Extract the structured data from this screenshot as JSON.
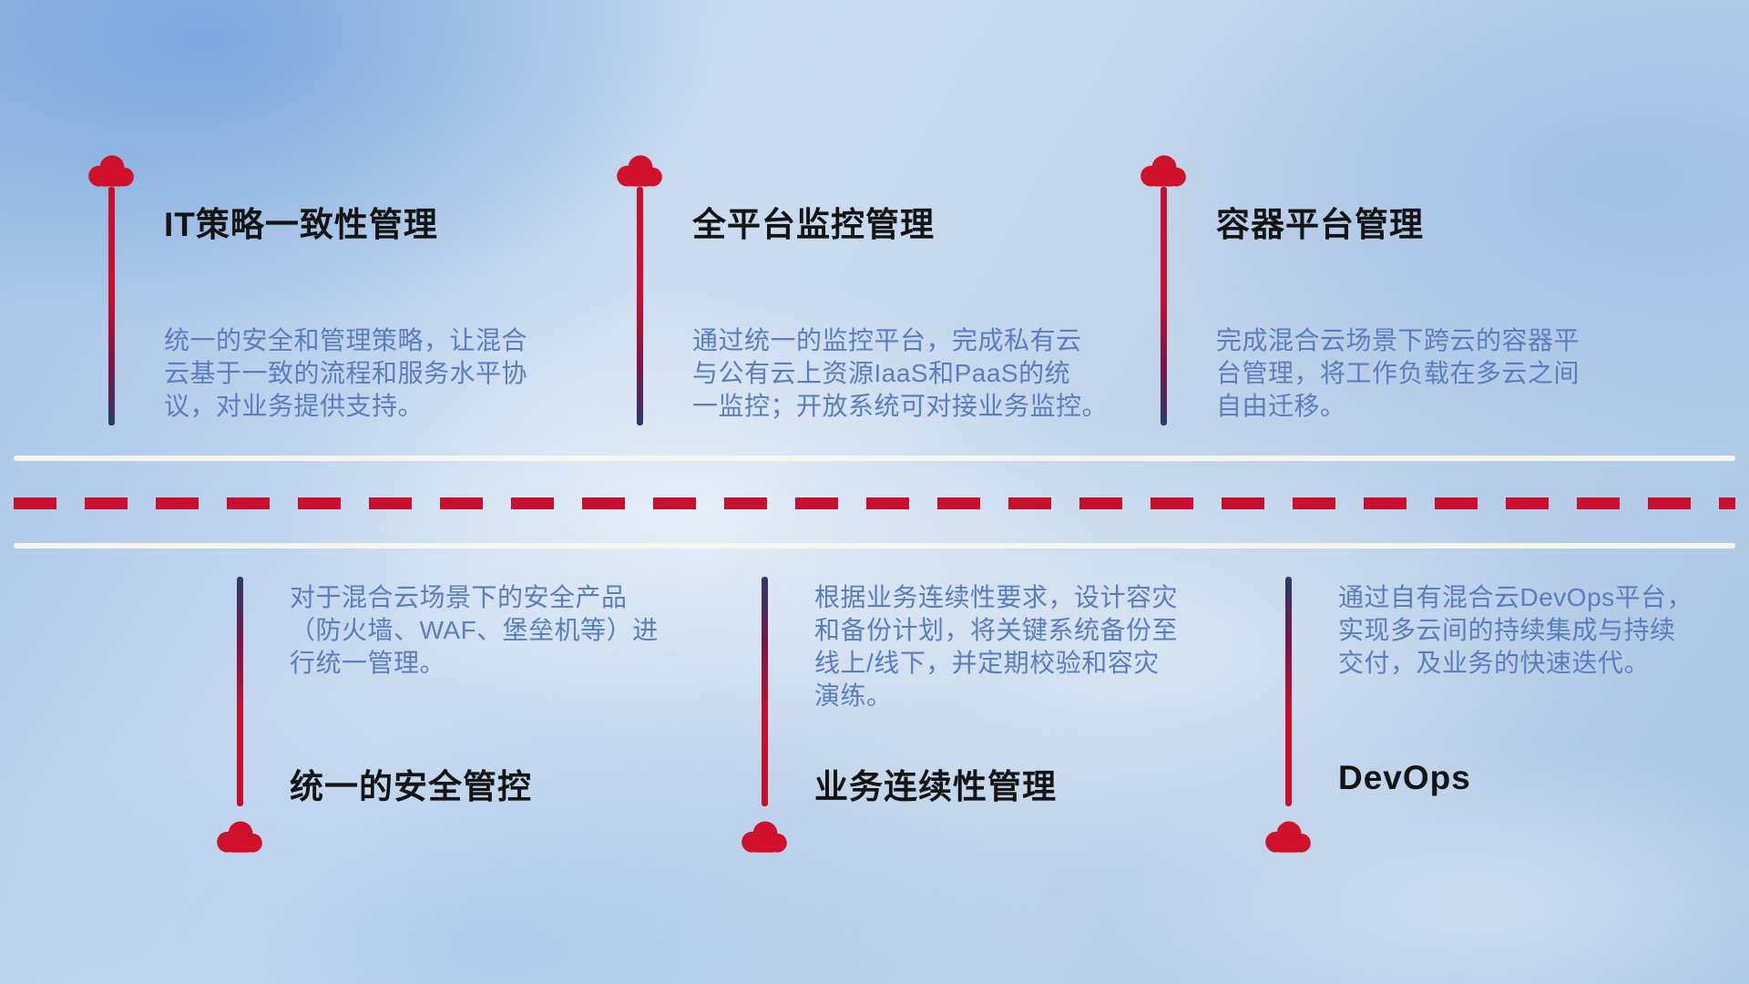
{
  "colors": {
    "cloud_red": "#d0112b",
    "dash_red": "#c8102e",
    "line_navy": "#2e3a66",
    "description_blue": "#5b7dbe",
    "title_black": "#141414",
    "road_white": "#f8f6f0"
  },
  "items": {
    "top": [
      {
        "title": "IT策略一致性管理",
        "desc": "统一的安全和管理策略，让混合\n云基于一致的流程和服务水平协\n议，对业务提供支持。"
      },
      {
        "title": "全平台监控管理",
        "desc": "通过统一的监控平台，完成私有云\n与公有云上资源IaaS和PaaS的统\n一监控；开放系统可对接业务监控。"
      },
      {
        "title": "容器平台管理",
        "desc": "完成混合云场景下跨云的容器平\n台管理，将工作负载在多云之间\n自由迁移。"
      }
    ],
    "bottom": [
      {
        "title": "统一的安全管控",
        "desc": "对于混合云场景下的安全产品\n（防火墙、WAF、堡垒机等）进\n行统一管理。"
      },
      {
        "title": "业务连续性管理",
        "desc": "根据业务连续性要求，设计容灾\n和备份计划，将关键系统备份至\n线上/线下，并定期校验和容灾\n演练。"
      },
      {
        "title": "DevOps",
        "desc": "通过自有混合云DevOps平台，\n实现多云间的持续集成与持续\n交付，及业务的快速迭代。"
      }
    ]
  }
}
